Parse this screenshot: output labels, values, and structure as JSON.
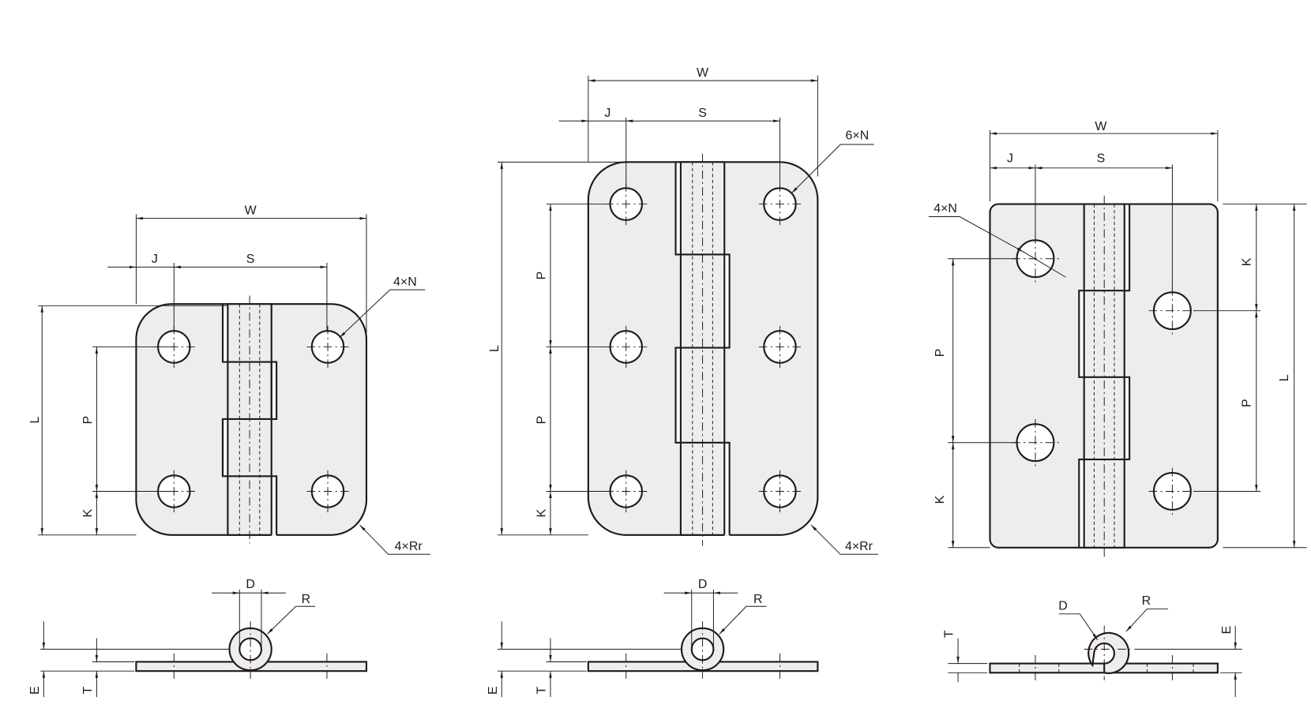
{
  "drawings": [
    {
      "name": "hinge-4-hole-rounded",
      "labels": {
        "W": "W",
        "J": "J",
        "S": "S",
        "L": "L",
        "P": "P",
        "K": "K",
        "holes": "4×N",
        "radius": "4×Rr",
        "D": "D",
        "R": "R",
        "T": "T",
        "E": "E"
      }
    },
    {
      "name": "hinge-6-hole-rounded",
      "labels": {
        "W": "W",
        "J": "J",
        "S": "S",
        "L": "L",
        "P1": "P",
        "P2": "P",
        "K": "K",
        "holes": "6×N",
        "radius": "4×Rr",
        "D": "D",
        "R": "R",
        "T": "T",
        "E": "E"
      }
    },
    {
      "name": "hinge-4-hole-staggered",
      "labels": {
        "W": "W",
        "J": "J",
        "S": "S",
        "L": "L",
        "P1": "P",
        "K1": "K",
        "P2": "P",
        "K2": "K",
        "holes": "4×N",
        "D": "D",
        "R": "R",
        "T": "T",
        "E": "E"
      }
    }
  ],
  "colors": {
    "line": "#231815",
    "fill": "#eceeed"
  }
}
